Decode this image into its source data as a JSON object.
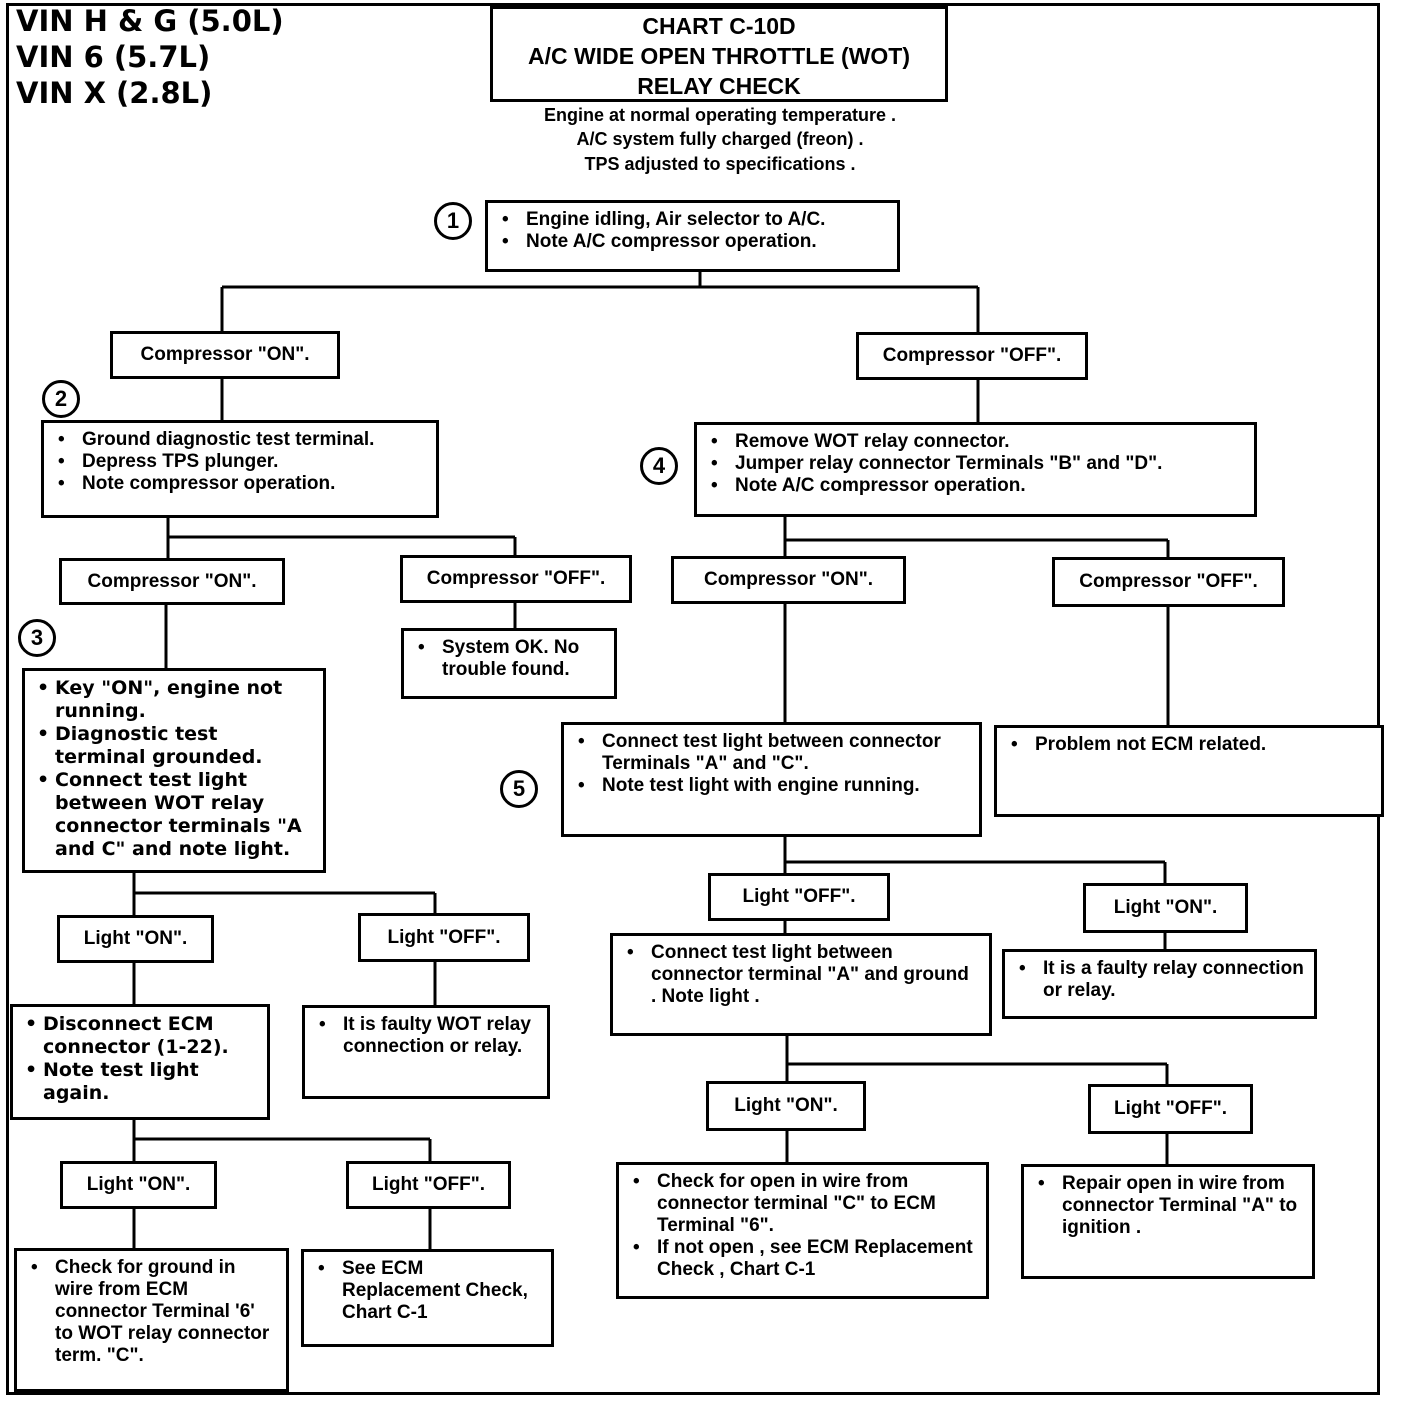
{
  "vin_labels": [
    "VIN H & G (5.0L)",
    "VIN 6 (5.7L)",
    "VIN X (2.8L)"
  ],
  "title": [
    "CHART C-10D",
    "A/C WIDE OPEN THROTTLE (WOT)",
    "RELAY CHECK"
  ],
  "conditions": [
    "Engine at normal operating temperature .",
    "A/C system fully charged (freon) .",
    "TPS adjusted to specifications ."
  ],
  "step_numbers": [
    "1",
    "2",
    "3",
    "4",
    "5"
  ],
  "nodes": {
    "step1": [
      "Engine idling, Air  selector to A/C.",
      "Note A/C compressor operation."
    ],
    "comp_on_1": "Compressor \"ON\".",
    "comp_off_1": "Compressor \"OFF\".",
    "step2": [
      "Ground diagnostic test terminal.",
      "Depress TPS plunger.",
      "Note compressor operation."
    ],
    "comp_on_2": "Compressor \"ON\".",
    "comp_off_2": "Compressor \"OFF\".",
    "system_ok": [
      "System OK. No trouble found."
    ],
    "step3": [
      "Key \"ON\", engine not running.",
      "Diagnostic test terminal grounded.",
      "Connect test light between WOT relay connector terminals \"A and C\" and note light."
    ],
    "light_on_3": "Light \"ON\".",
    "light_off_3": "Light \"OFF\".",
    "disconnect_ecm": [
      "Disconnect ECM connector (1-22).",
      "Note test light again."
    ],
    "faulty_wot": [
      "It is faulty WOT relay connection or relay."
    ],
    "light_on_4": "Light \"ON\".",
    "light_off_4": "Light \"OFF\".",
    "check_ground": [
      "Check for  ground  in wire from ECM connector Terminal '6' to WOT relay connector term.  \"C\"."
    ],
    "see_ecm": [
      "See ECM Replacement Check, Chart C-1"
    ],
    "step4": [
      "Remove WOT relay connector.",
      "Jumper relay connector Terminals \"B\" and \"D\".",
      "Note A/C compressor operation."
    ],
    "comp_on_r": "Compressor \"ON\".",
    "comp_off_r": "Compressor \"OFF\".",
    "not_ecm": [
      "Problem not ECM related."
    ],
    "step5": [
      "Connect test light between connector Terminals \"A\" and \"C\".",
      "Note test light with engine running."
    ],
    "light_off_5": "Light \"OFF\".",
    "light_on_5": "Light \"ON\".",
    "connect_ground": [
      "Connect test light between connector terminal \"A\" and ground . Note light ."
    ],
    "faulty_relay": [
      "It is a faulty  relay connection or relay."
    ],
    "light_on_6": "Light \"ON\".",
    "light_off_6": "Light \"OFF\".",
    "check_open": [
      "Check for open in wire from connector terminal \"C\" to ECM  Terminal \"6\".",
      "If not open , see ECM Replacement Check , Chart C-1"
    ],
    "repair_open": [
      "Repair open in wire from connector Terminal \"A\" to ignition ."
    ]
  }
}
